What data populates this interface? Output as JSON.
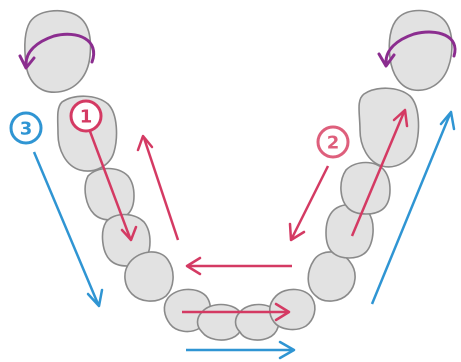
{
  "colors": {
    "red": "#d43a63",
    "pink": "#de5f7c",
    "purple": "#8b2d8f",
    "blue": "#2f95d3",
    "tooth_fill": "#e2e2e2",
    "tooth_stroke": "#8a8a8a"
  },
  "badges": [
    {
      "label": "1",
      "color_key": "red"
    },
    {
      "label": "2",
      "color_key": "pink"
    },
    {
      "label": "3",
      "color_key": "blue"
    }
  ],
  "icons": [
    "rotation-arrow-icon",
    "arrow-icon"
  ]
}
